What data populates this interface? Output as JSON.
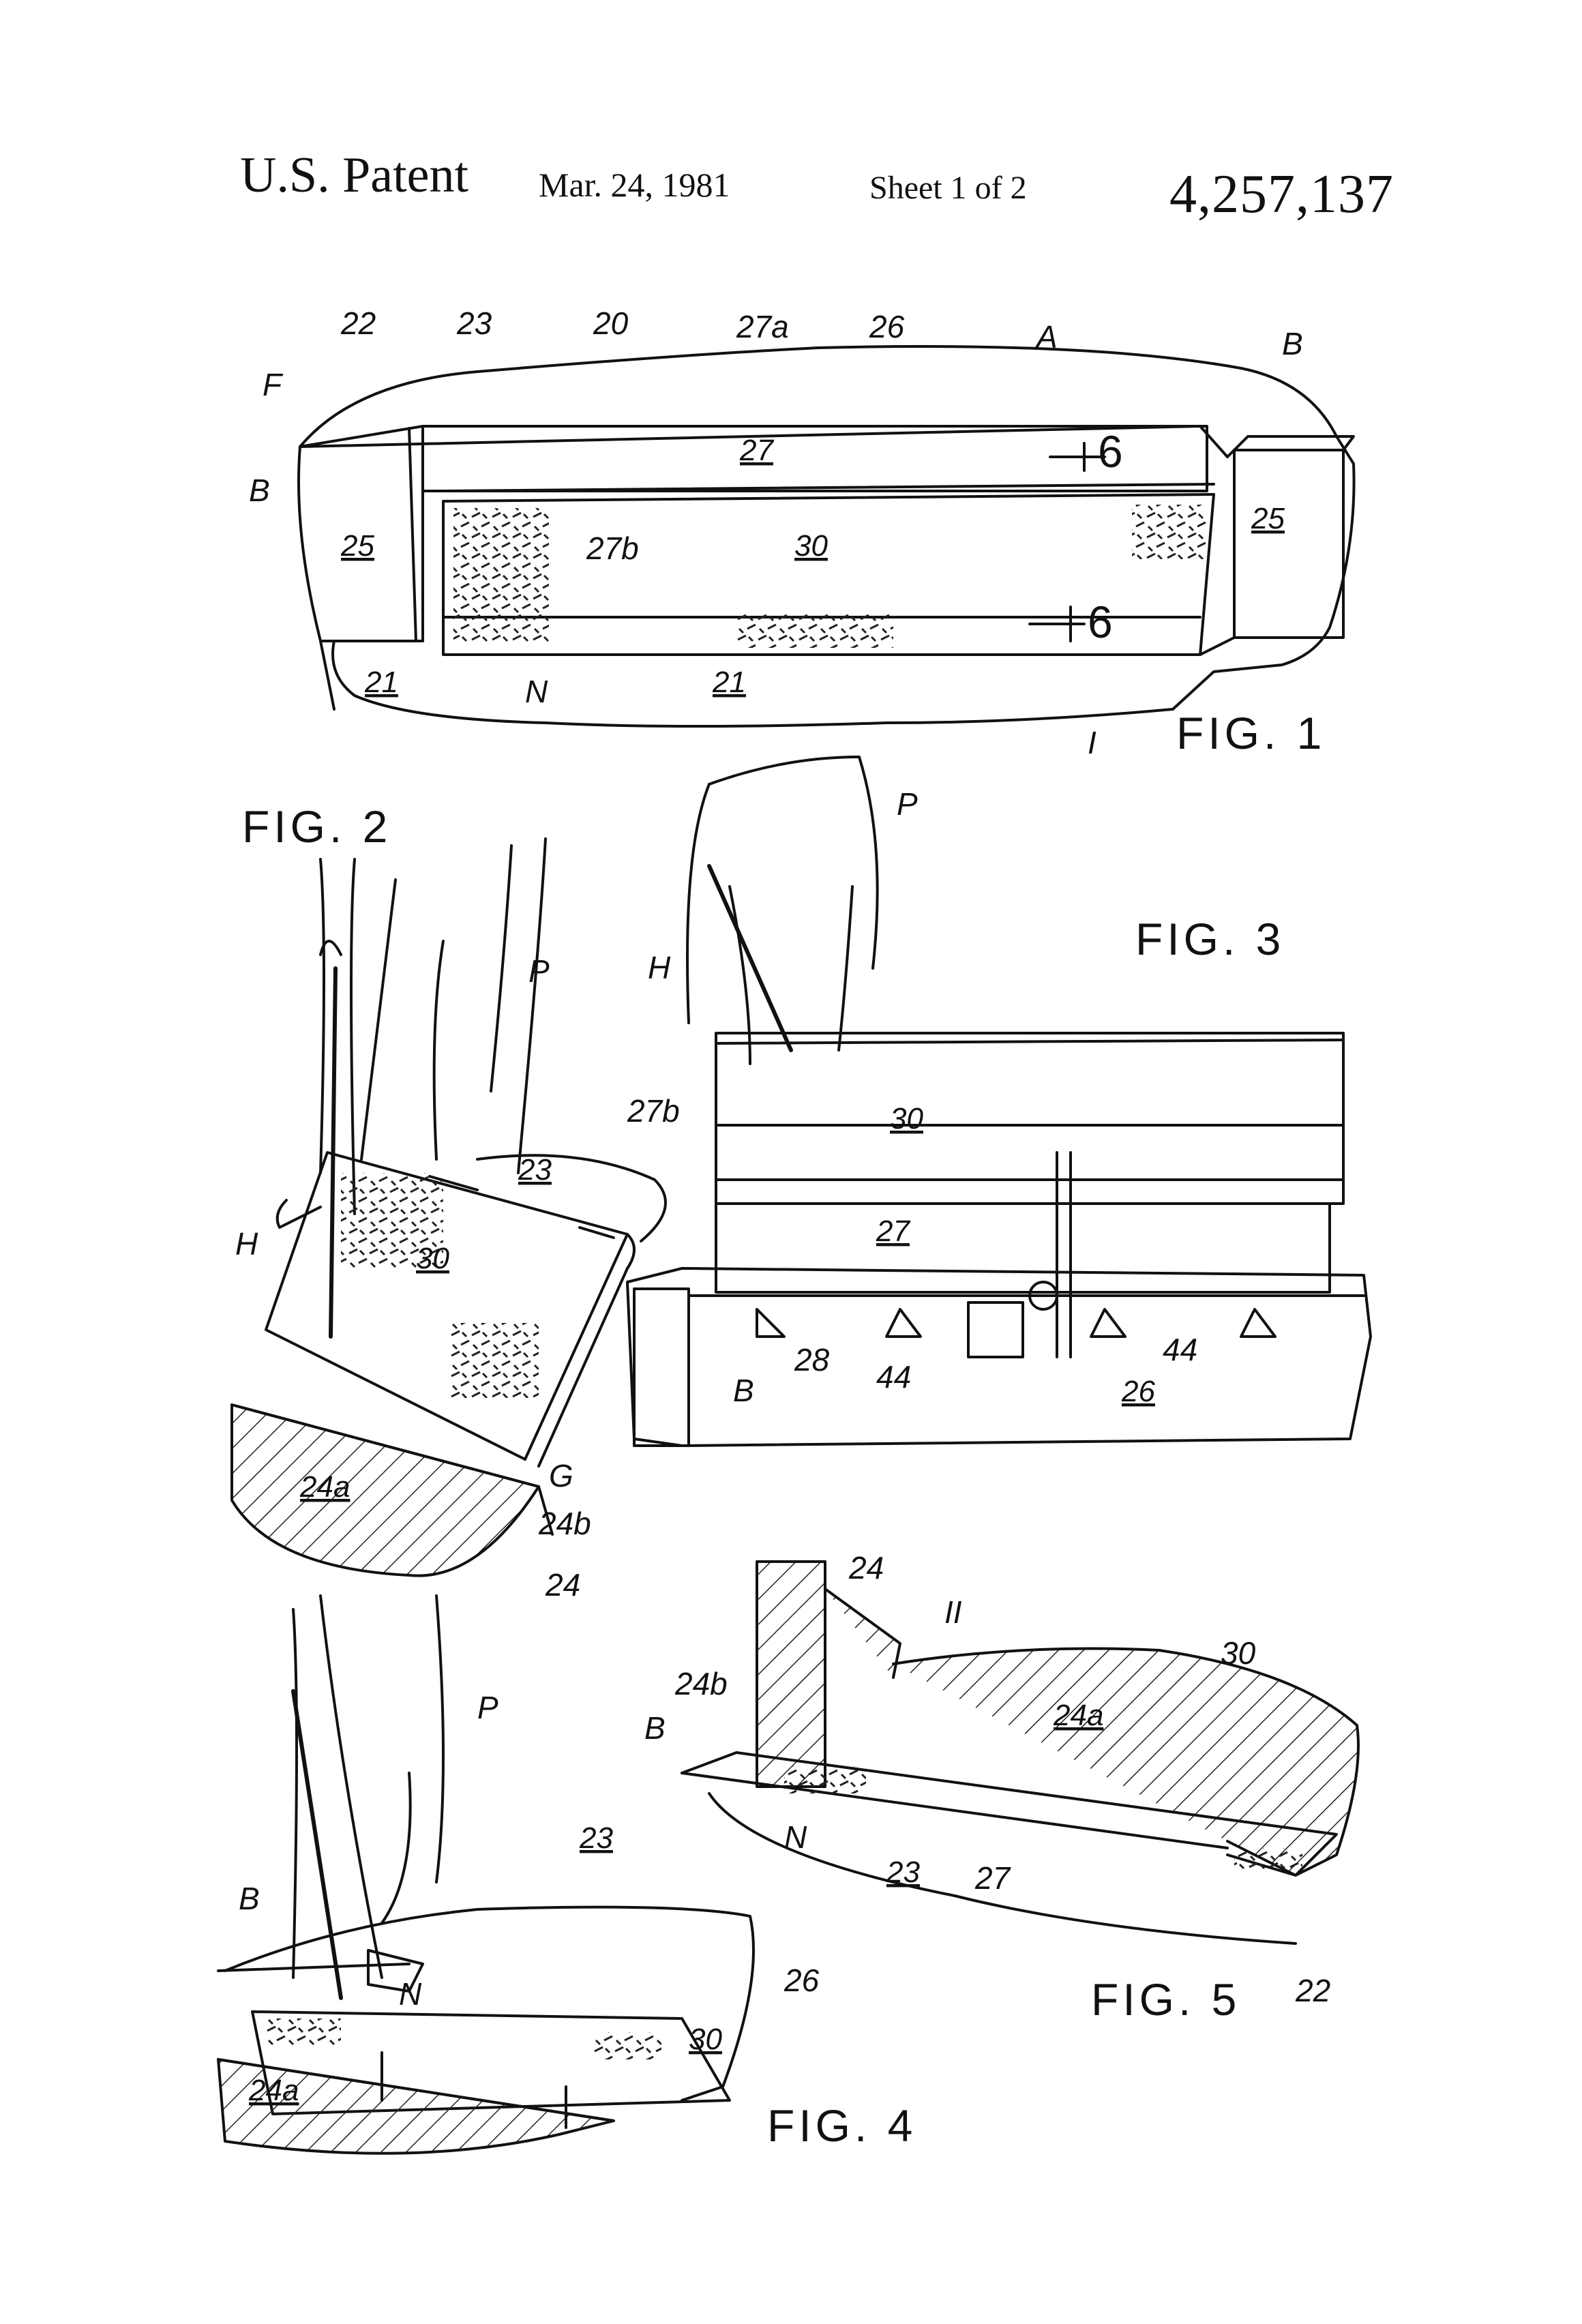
{
  "header": {
    "title": "U.S. Patent",
    "date": "Mar. 24, 1981",
    "sheet": "Sheet 1 of 2",
    "patent_number": "4,257,137"
  },
  "figures": {
    "fig1": {
      "caption": "FIG. 1",
      "labels": [
        "22",
        "23",
        "20",
        "27a",
        "26",
        "A",
        "B",
        "F",
        "B",
        "27",
        "6",
        "25",
        "25",
        "27b",
        "30",
        "6",
        "21",
        "N",
        "21",
        "I"
      ]
    },
    "fig2": {
      "caption": "FIG. 2",
      "labels": [
        "P",
        "27b",
        "23",
        "H",
        "30",
        "G",
        "24a",
        "24b",
        "24"
      ]
    },
    "fig3": {
      "caption": "FIG. 3",
      "labels": [
        "P",
        "H",
        "30",
        "27",
        "B",
        "28",
        "44",
        "44",
        "26"
      ]
    },
    "fig4": {
      "caption": "FIG. 4",
      "labels": [
        "P",
        "23",
        "B",
        "26",
        "N",
        "30",
        "24a"
      ]
    },
    "fig5": {
      "caption": "FIG. 5",
      "labels": [
        "24",
        "II",
        "30",
        "24b",
        "24a",
        "B",
        "N",
        "23",
        "27",
        "22"
      ]
    }
  }
}
